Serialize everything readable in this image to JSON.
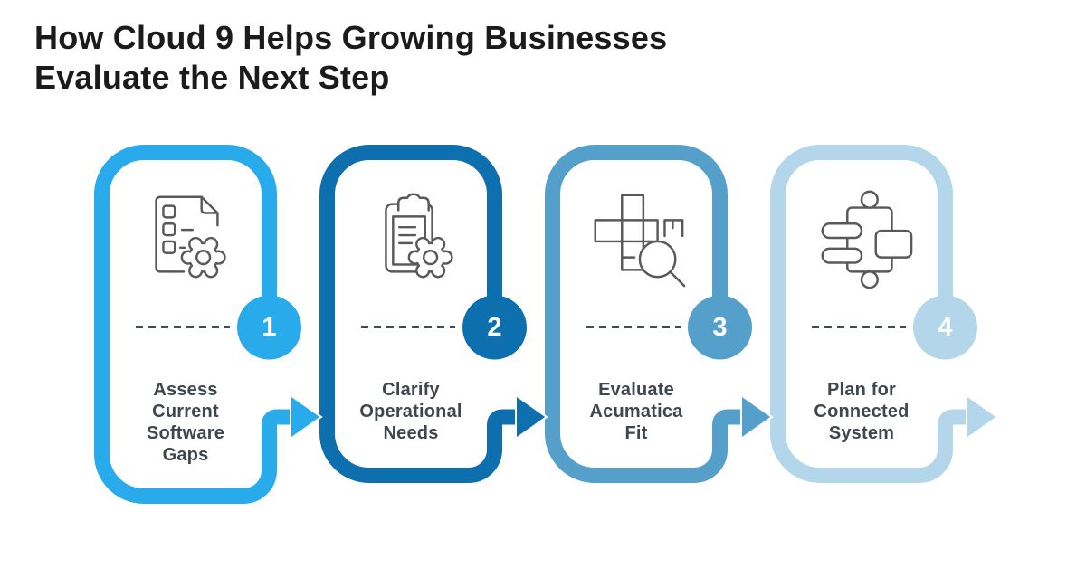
{
  "title": {
    "text": "How Cloud 9 Helps Growing Businesses\nEvaluate the Next Step"
  },
  "steps": [
    {
      "number": "1",
      "label": "Assess\nCurrent\nSoftware\nGaps",
      "color": "#29ABEB",
      "icon": "document-checklist-gear-icon"
    },
    {
      "number": "2",
      "label": "Clarify\nOperational\nNeeds",
      "color": "#0D6FAE",
      "icon": "clipboard-gear-icon"
    },
    {
      "number": "3",
      "label": "Evaluate\nAcumatica\nFit",
      "color": "#55A0CB",
      "icon": "modules-magnifier-icon"
    },
    {
      "number": "4",
      "label": "Plan for\nConnected\nSystem",
      "color": "#B3D6EA",
      "icon": "workflow-nodes-icon"
    }
  ],
  "style": {
    "background": "#FFFFFF",
    "title_color": "#1B1B1B",
    "text_color": "#3E474F",
    "number_color": "#FFFFFF",
    "icon_stroke": "#58595B",
    "dash_color": "#454B52"
  }
}
